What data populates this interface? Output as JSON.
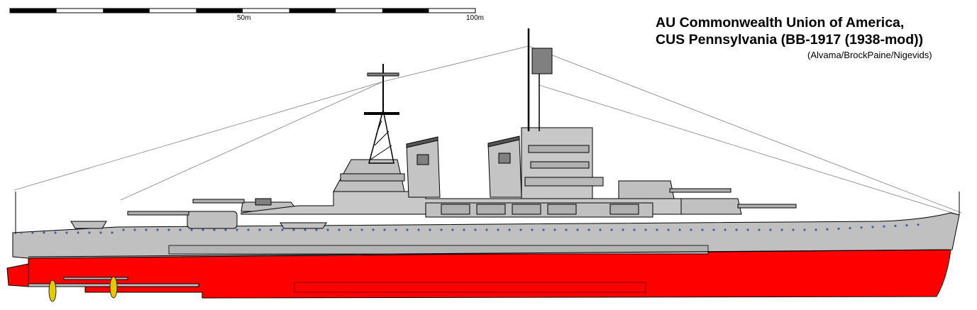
{
  "title": {
    "line1": "AU Commonwealth Union of America,",
    "line2": "CUS Pennsylvania (BB-1917 (1938-mod))",
    "credit": "(Alvama/BrockPaine/Nigevids)"
  },
  "scale": {
    "mid_label": "50m",
    "end_label": "100m",
    "segments": 10
  },
  "colors": {
    "hull_grey": "#c0c0c0",
    "boot_red": "#ff0000",
    "deck_grey": "#c6c6c6",
    "dark_grey": "#808080",
    "porthole": "#4a5f9a",
    "prop_yellow": "#e6c800"
  }
}
